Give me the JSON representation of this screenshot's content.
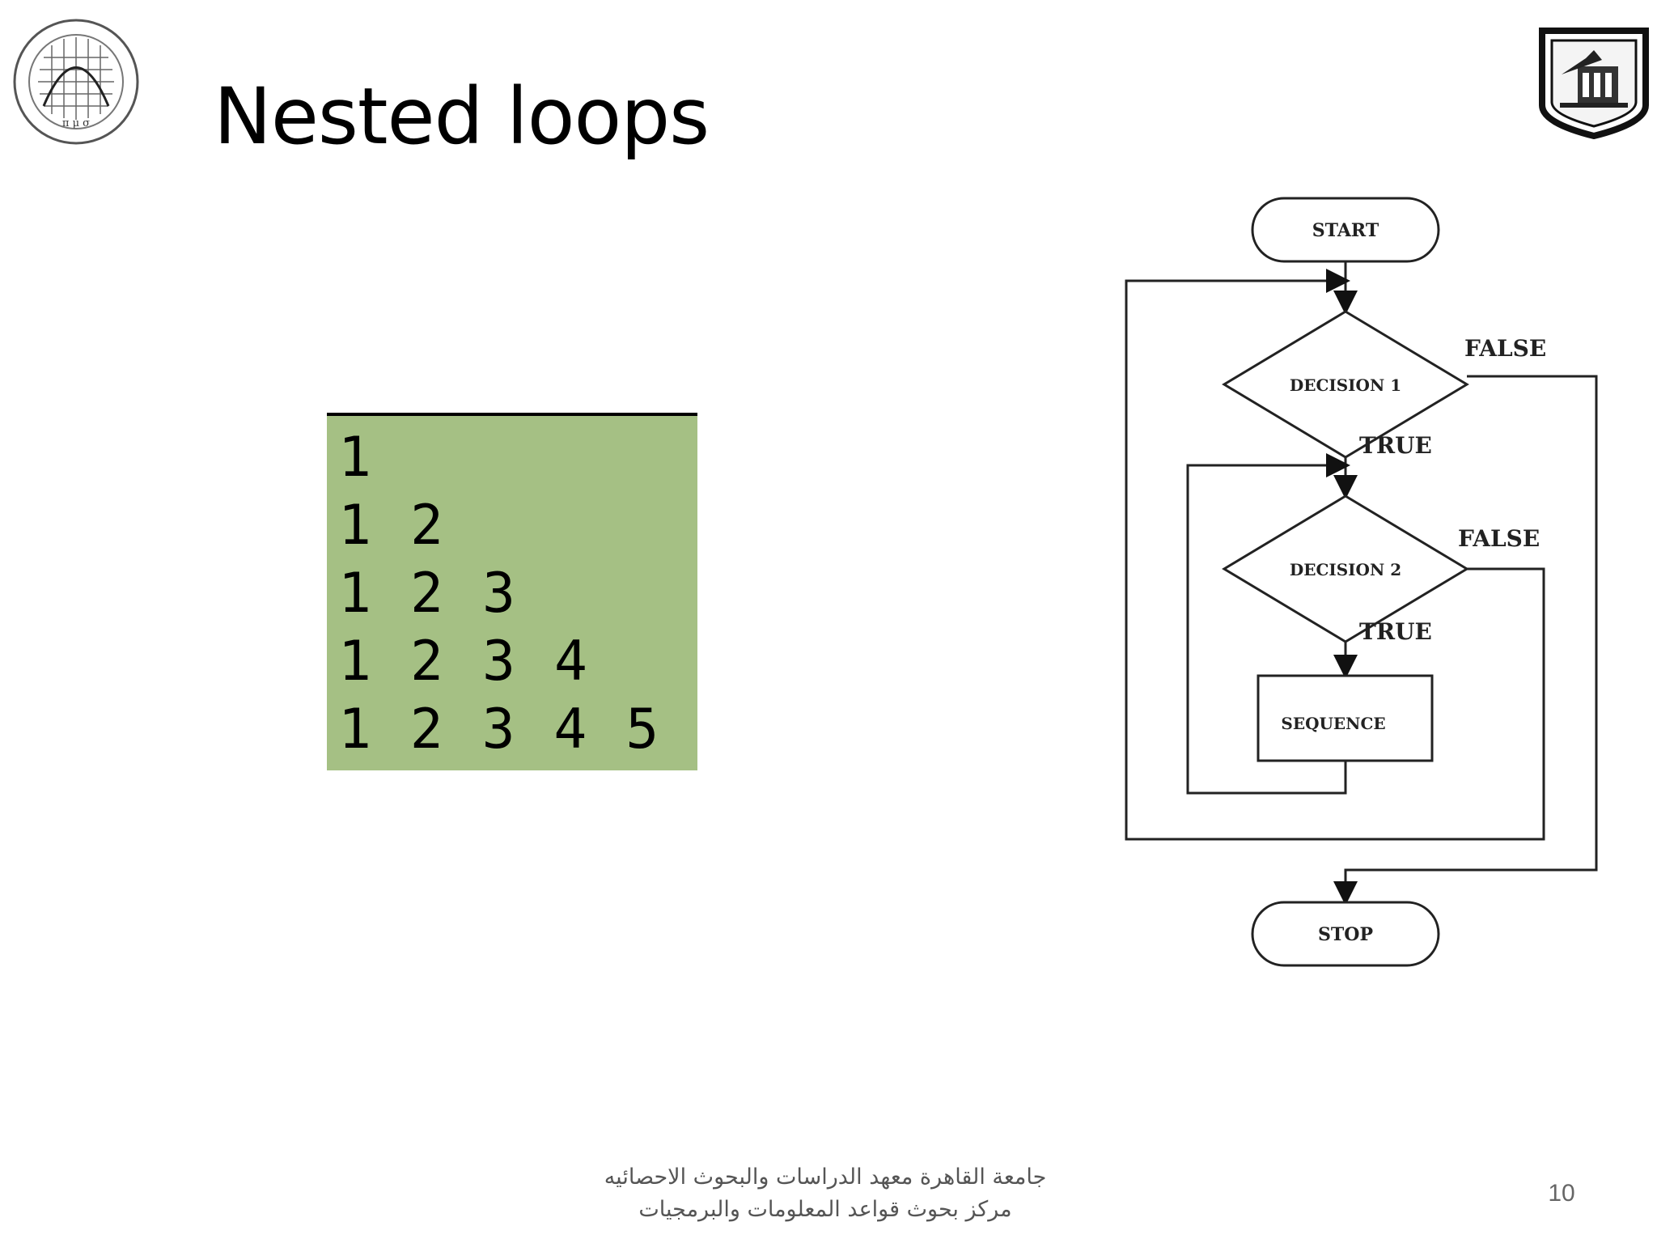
{
  "slide": {
    "title": "Nested loops",
    "page_number": "10"
  },
  "output_panel": {
    "rows": [
      [
        "1"
      ],
      [
        "1",
        "2"
      ],
      [
        "1",
        "2",
        "3"
      ],
      [
        "1",
        "2",
        "3",
        "4"
      ],
      [
        "1",
        "2",
        "3",
        "4",
        "5"
      ]
    ],
    "background": "#a5c084"
  },
  "flowchart": {
    "start": "START",
    "decision1": "DECISION 1",
    "decision2": "DECISION 2",
    "sequence": "SEQUENCE",
    "stop": "STOP",
    "true_label": "TRUE",
    "false_label": "FALSE"
  },
  "footer": {
    "line1": "جامعة القاهرة معهد الدراسات والبحوث الاحصائيه",
    "line2": "مركز بحوث قواعد المعلومات والبرمجيات"
  },
  "logos": {
    "left": "university-seal",
    "right": "shield-crest"
  }
}
